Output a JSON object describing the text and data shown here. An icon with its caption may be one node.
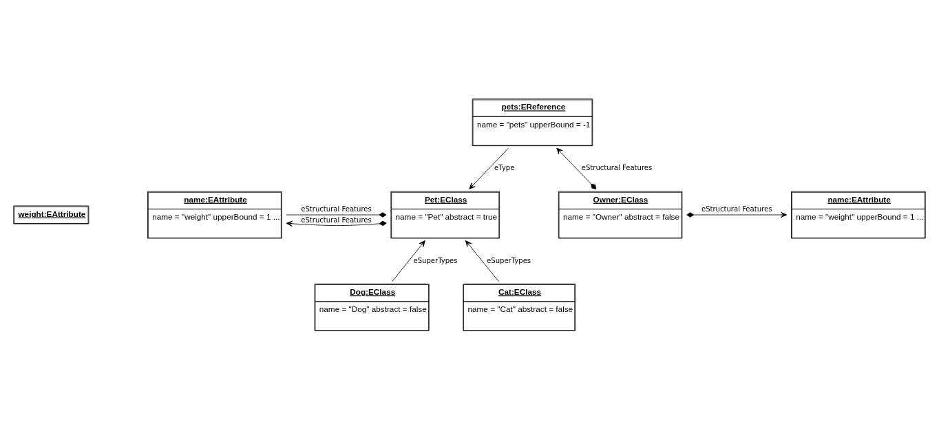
{
  "diagram": {
    "nodes": [
      {
        "text": [
          "pets:EReference",
          "name = \"pets\" upperBound = -1"
        ]
      },
      {
        "text": [
          "weight:EAttribute"
        ]
      },
      {
        "text": [
          "name:EAttribute",
          "name = \"weight\" upperBound = 1 ..."
        ]
      },
      {
        "text": [
          "Pet:EClass",
          "name = \"Pet\" abstract = true"
        ]
      },
      {
        "text": [
          "Owner:EClass",
          "name = \"Owner\" abstract = false"
        ]
      },
      {
        "text": [
          "name:EAttribute",
          "name = \"weight\" upperBound = 1 ..."
        ]
      },
      {
        "text": [
          "Dog:EClass",
          "name = \"Dog\" abstract = false"
        ]
      },
      {
        "text": [
          "Cat:EClass",
          "name = \"Cat\" abstract = false"
        ]
      }
    ],
    "edges": [
      {
        "from": 0,
        "to": 3,
        "arrow": "to",
        "label": "eType"
      },
      {
        "from": 4,
        "to": 0,
        "arrow": "to",
        "label": "eStructural Features"
      },
      {
        "from": 3,
        "to": 2,
        "arrow": "other",
        "label": "eStructural Features"
      },
      {
        "from": 3,
        "to": 2,
        "arrow": "to",
        "label": "eStructural Features"
      },
      {
        "from": 4,
        "to": 5,
        "arrow": "to",
        "label": "eStructural Features"
      },
      {
        "from": 6,
        "to": 3,
        "arrow": "to",
        "label": "eSuperTypes"
      },
      {
        "from": 7,
        "to": 3,
        "arrow": "to",
        "label": "eSuperTypes"
      }
    ]
  }
}
